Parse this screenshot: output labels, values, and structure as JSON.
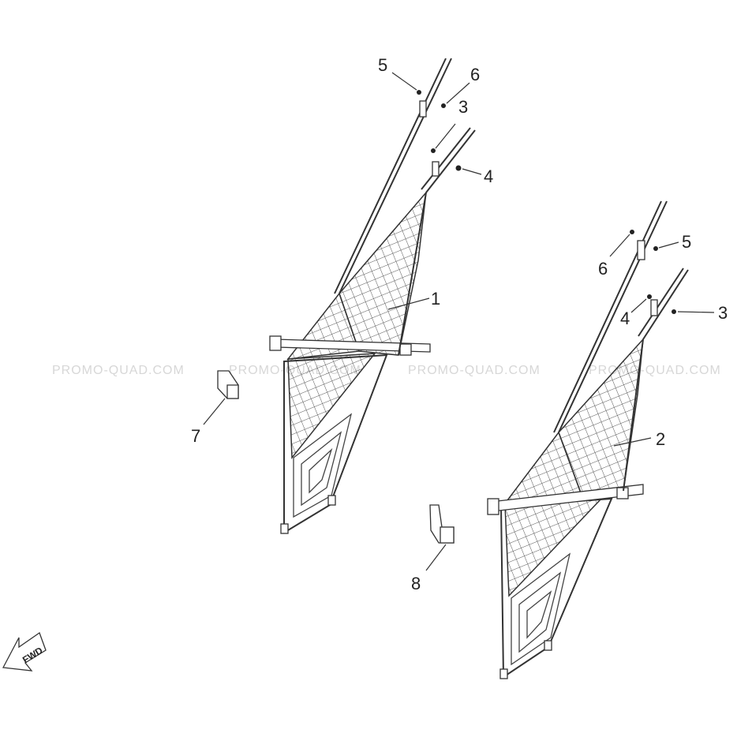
{
  "watermarks": [
    {
      "text": "PROMO-QUAD.COM"
    },
    {
      "text": "PROMO-QUAD.COM"
    },
    {
      "text": "PROMO-QUAD.COM"
    },
    {
      "text": "PROMO-QUAD.COM"
    }
  ],
  "callouts": {
    "left_net": "1",
    "right_net": "2",
    "left_bolt_a": "5",
    "left_washer_a": "6",
    "left_clip_a": "3",
    "left_nut_a": "4",
    "right_washer_a": "6",
    "right_bolt_a": "5",
    "right_nut_a": "4",
    "right_clip_a": "3",
    "bracket_left": "7",
    "bracket_right": "8"
  },
  "fwd_label": "FWD",
  "colors": {
    "line": "#333333",
    "watermark": "#d7d7d7",
    "background": "#ffffff"
  }
}
